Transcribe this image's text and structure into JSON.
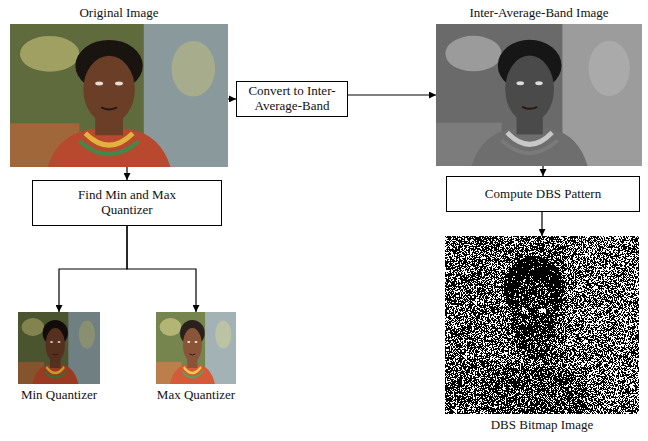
{
  "diagram": {
    "nodes": [
      {
        "text": [
          "Original Image"
        ]
      },
      {
        "text": [
          "Convert to Inter-Average-Band"
        ]
      },
      {
        "text": [
          "Inter-Average-Band Image"
        ]
      },
      {
        "text": [
          "Find Min and Max Quantizer"
        ]
      },
      {
        "text": [
          "Compute DBS Pattern"
        ]
      },
      {
        "text": [
          "Min Quantizer"
        ]
      },
      {
        "text": [
          "Max Quantizer"
        ]
      },
      {
        "text": [
          "DBS Bitmap Image"
        ]
      }
    ],
    "edges": [
      {
        "from": 0,
        "to": 1,
        "arrow": "to"
      },
      {
        "from": 1,
        "to": 2,
        "arrow": "to"
      },
      {
        "from": 0,
        "to": 3,
        "arrow": "to"
      },
      {
        "from": 3,
        "to": 5,
        "arrow": "to"
      },
      {
        "from": 3,
        "to": 6,
        "arrow": "to"
      },
      {
        "from": 2,
        "to": 4,
        "arrow": "to"
      },
      {
        "from": 4,
        "to": 7,
        "arrow": "to"
      }
    ]
  }
}
